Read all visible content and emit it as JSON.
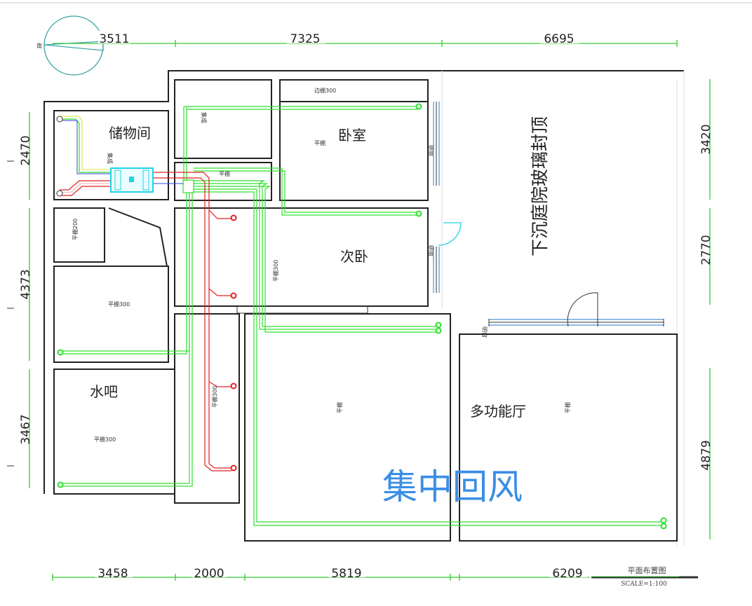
{
  "compass": {
    "label": "南"
  },
  "dimensions": {
    "top": [
      "3511",
      "7325",
      "6695"
    ],
    "bottom": [
      "3458",
      "2000",
      "5819",
      "6209"
    ],
    "left": [
      "2470",
      "4373",
      "3467"
    ],
    "right": [
      "3420",
      "2770",
      "4879"
    ]
  },
  "rooms": {
    "storage": "储物间",
    "bedroom": "卧室",
    "second_bedroom": "次卧",
    "water_bar": "水吧",
    "multi_hall": "多功能厅",
    "courtyard": "下沉庭院玻璃封顶"
  },
  "ceiling_labels": {
    "integrated_1": "集成",
    "integrated_2": "集成",
    "edge_ceiling": "边棚300",
    "flat_bedroom": "平棚",
    "flat_small": "平棚",
    "flat_200": "平棚200",
    "flat_300_a": "平棚300",
    "flat_300_hall": "平棚300",
    "flat_300_corridor": "平棚300",
    "flat_300_bar": "平棚300",
    "flat_big": "平棚",
    "flat_multi": "平棚",
    "window_1": "明窗",
    "window_2": "明窗",
    "window_3": "明窗"
  },
  "overlay_title": "集中回风",
  "title_block": {
    "title": "平面布置图",
    "scale": "SCALE=1:100"
  },
  "colors": {
    "supply_duct": "#e02020",
    "return_duct": "#2ee02e",
    "unit": "#22d3e6",
    "overlay_text": "#3a8ee6",
    "dimension": "#33cc33"
  }
}
